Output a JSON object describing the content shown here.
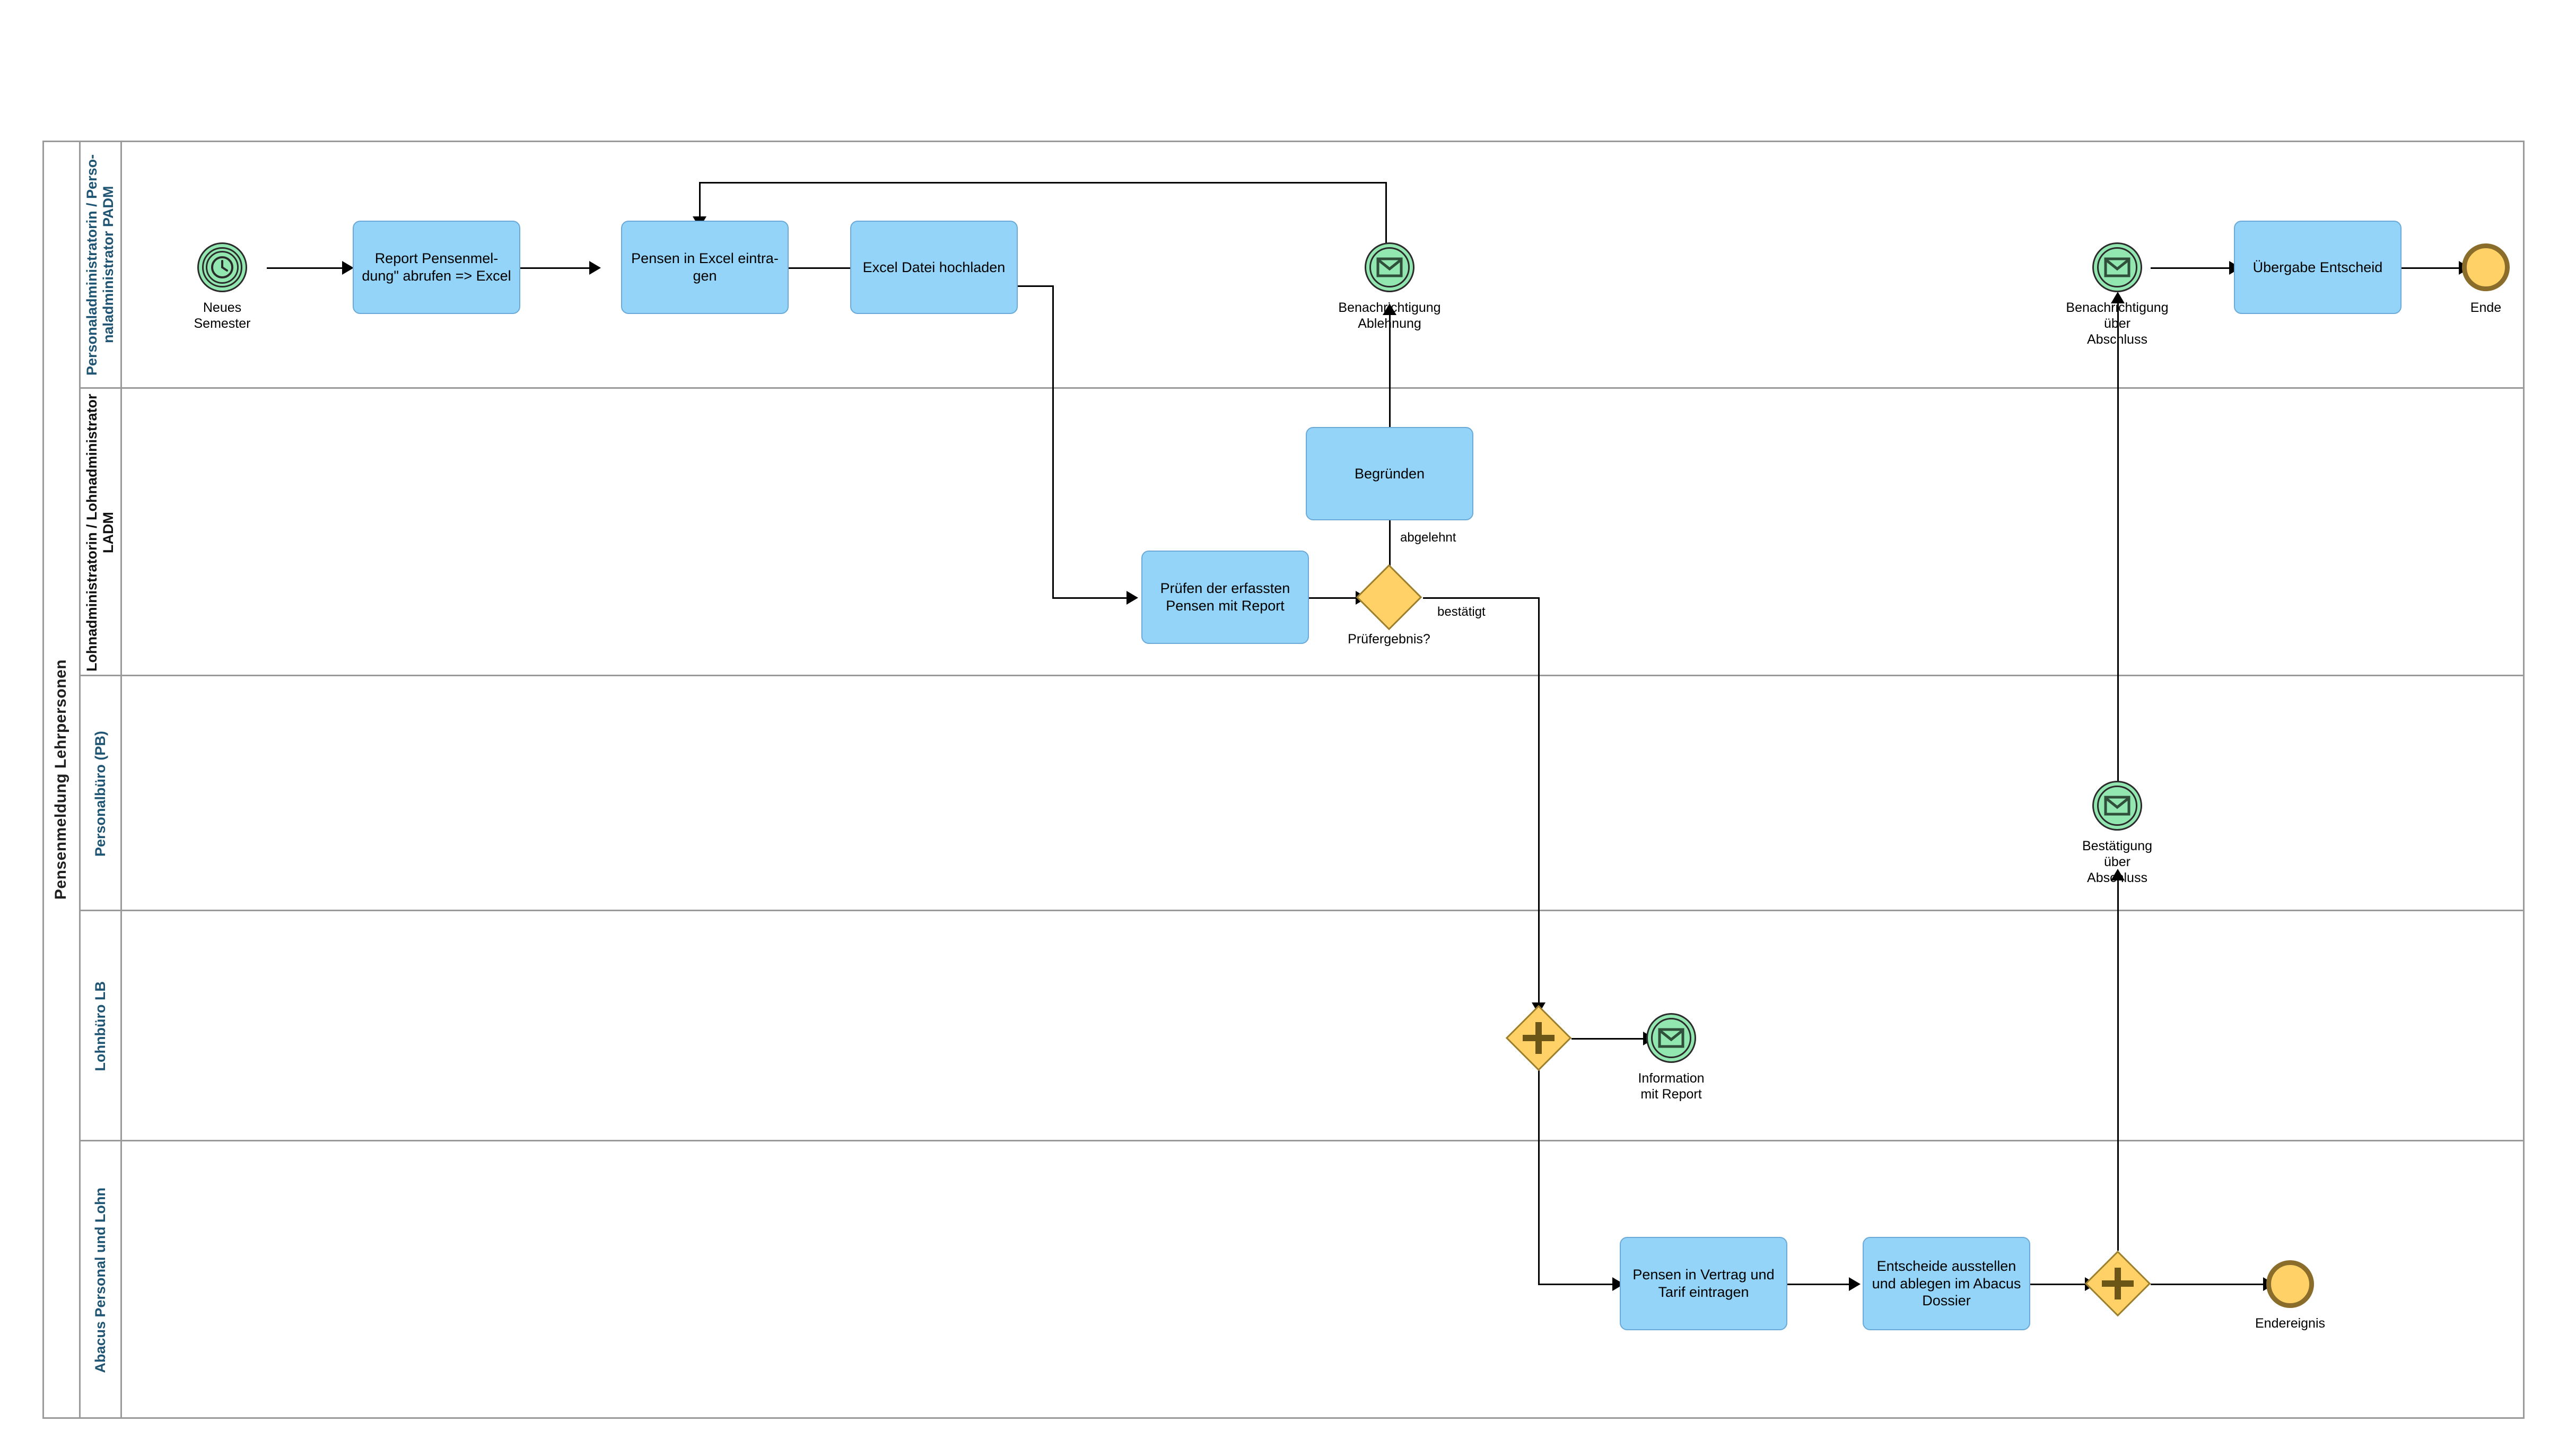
{
  "diagram": {
    "type": "BPMN collaboration diagram",
    "pool_title": "Pensenmeldung Lehrpersonen"
  },
  "lanes": [
    {
      "id": "padm",
      "label": "Personaladministratorin / Perso-\nnaladministrator PADM"
    },
    {
      "id": "ladm",
      "label": "Lohnadministratorin / Lohnadministrator\nLADM"
    },
    {
      "id": "pb",
      "label": "Personalbüro (PB)"
    },
    {
      "id": "lb",
      "label": "Lohnbüro LB"
    },
    {
      "id": "abacus",
      "label": "Abacus Personal und Lohn"
    }
  ],
  "events": [
    {
      "id": "neues-semester",
      "kind": "timer-start-event",
      "label": "Neues\nSemester"
    },
    {
      "id": "benachrichtigung-ablehnung",
      "kind": "message-intermediate-event",
      "label": "Benachrichtigung\nAblehnung"
    },
    {
      "id": "benachrichtigung-abschluss",
      "kind": "message-intermediate-event",
      "label": "Benachrichtigung\nüber\nAbschluss"
    },
    {
      "id": "ende",
      "kind": "end-event",
      "label": "Ende"
    },
    {
      "id": "bestaetigung-abschluss",
      "kind": "message-intermediate-event",
      "label": "Bestätigung\nüber\nAbschluss"
    },
    {
      "id": "information-mit-report",
      "kind": "message-intermediate-event",
      "label": "Information\nmit Report"
    },
    {
      "id": "endereignis",
      "kind": "end-event",
      "label": "Endereignis"
    }
  ],
  "tasks": [
    {
      "id": "report-pensenmeldung",
      "label": "Report Pensenmel-\ndung\" abrufen => Excel"
    },
    {
      "id": "pensen-excel",
      "label": "Pensen in Excel eintra-\ngen"
    },
    {
      "id": "excel-hochladen",
      "label": "Excel Datei hochladen"
    },
    {
      "id": "uebergabe-entscheid",
      "label": "Übergabe Entscheid"
    },
    {
      "id": "begruenden",
      "label": "Begründen"
    },
    {
      "id": "pruefen-pensen",
      "label": "Prüfen der erfassten\nPensen mit Report"
    },
    {
      "id": "pensen-vertrag",
      "label": "Pensen in Vertrag und\nTarif eintragen"
    },
    {
      "id": "entscheide-ausstellen",
      "label": "Entscheide ausstellen\nund ablegen im Abacus\nDossier"
    }
  ],
  "gateways": [
    {
      "id": "pruefergebnis",
      "kind": "exclusive-gateway",
      "label": "Prüfergebnis?"
    },
    {
      "id": "parallel-join-lb",
      "kind": "parallel-gateway",
      "label": ""
    },
    {
      "id": "parallel-join-abacus",
      "kind": "parallel-gateway",
      "label": ""
    }
  ],
  "flow_labels": {
    "abgelehnt": "abgelehnt",
    "bestaetigt": "bestätigt"
  },
  "colors": {
    "task_fill": "#93d4f8",
    "task_stroke": "#6aa9d8",
    "event_fill": "#92e6af",
    "event_stroke": "#2b2b2b",
    "gateway_fill": "#ffd166",
    "gateway_stroke": "#9c7f2e",
    "end_event_stroke": "#8a6d2a",
    "lane_label": "#1f5573",
    "lane_border": "#9a9a9a"
  }
}
